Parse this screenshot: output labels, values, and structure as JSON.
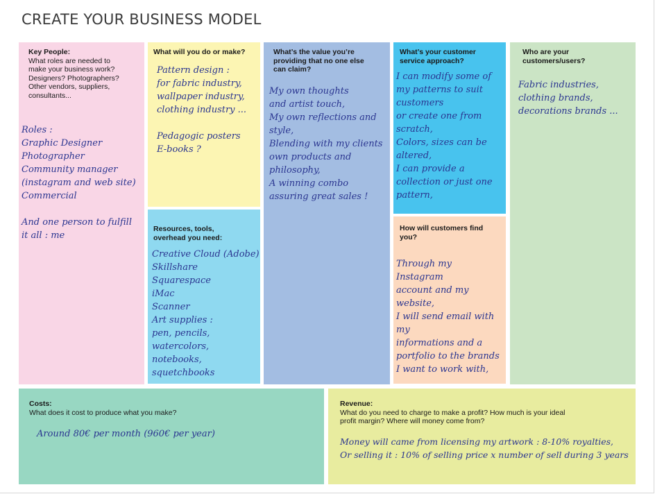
{
  "page": {
    "title": "CREATE YOUR BUSINESS MODEL"
  },
  "key_people": {
    "heading": "Key People:",
    "prompt_lines": [
      "What roles are needed to",
      "make your business work?",
      "Designers? Photographers?",
      "Other vendors, suppliers,",
      "consultants..."
    ],
    "answer_lines": [
      "Roles :",
      "Graphic Designer",
      "Photographer",
      "Community manager",
      "(instagram and web site)",
      "Commercial",
      "",
      "And one person to fulfill",
      "it all : me"
    ]
  },
  "what_make": {
    "heading": "What will you do or make?",
    "answer_lines": [
      "Pattern design :",
      "for fabric industry,",
      "wallpaper industry,",
      "clothing industry ...",
      "",
      "Pedagogic posters",
      "E-books ?"
    ]
  },
  "resources": {
    "heading_lines": [
      "Resources, tools,",
      "overhead you need:"
    ],
    "answer_lines": [
      "Creative Cloud (Adobe)",
      "Skillshare",
      "Squarespace",
      "iMac",
      "Scanner",
      "Art supplies :",
      "pen, pencils,",
      "watercolors,",
      "notebooks,",
      "squetchbooks"
    ]
  },
  "value": {
    "heading_lines": [
      "What’s the value you’re",
      "providing that no one else",
      "can claim?"
    ],
    "answer_lines": [
      "My own thoughts",
      "and artist touch,",
      "My own reflections and",
      "style,",
      "Blending with my clients",
      "own products and",
      "philosophy,",
      "A winning combo",
      "assuring great sales !"
    ]
  },
  "service": {
    "heading_lines": [
      "What’s your customer",
      "service approach?"
    ],
    "answer_lines": [
      "I can modify some of",
      "my patterns to suit",
      "customers",
      "or create one from",
      "scratch,",
      "Colors, sizes can be",
      "altered,",
      "I can provide a",
      "collection or just one",
      "pattern,"
    ]
  },
  "find": {
    "heading_lines": [
      "How will customers find",
      "you?"
    ],
    "answer_lines": [
      "Through my",
      "Instagram",
      "account and my",
      "website,",
      "I will send email with",
      "my",
      "informations  and a",
      "portfolio to the brands",
      "I want to work with,"
    ]
  },
  "customers": {
    "heading_lines": [
      "Who are your",
      "customers/users?"
    ],
    "answer_lines": [
      "Fabric industries,",
      "clothing brands,",
      "decorations brands ..."
    ]
  },
  "costs": {
    "heading": "Costs:",
    "prompt": "What does it cost to produce what you make?",
    "answer": "Around 80€ per month (960€ per year)"
  },
  "revenue": {
    "heading": "Revenue:",
    "prompt_lines": [
      "What do you need to charge to make a profit? How much is your ideal",
      "profit margin? Where will money come from?"
    ],
    "answer_lines": [
      "Money will came from licensing my artwork : 8-10% royalties,",
      "Or selling it : 10% of selling price x number of sell during 3 years"
    ]
  }
}
